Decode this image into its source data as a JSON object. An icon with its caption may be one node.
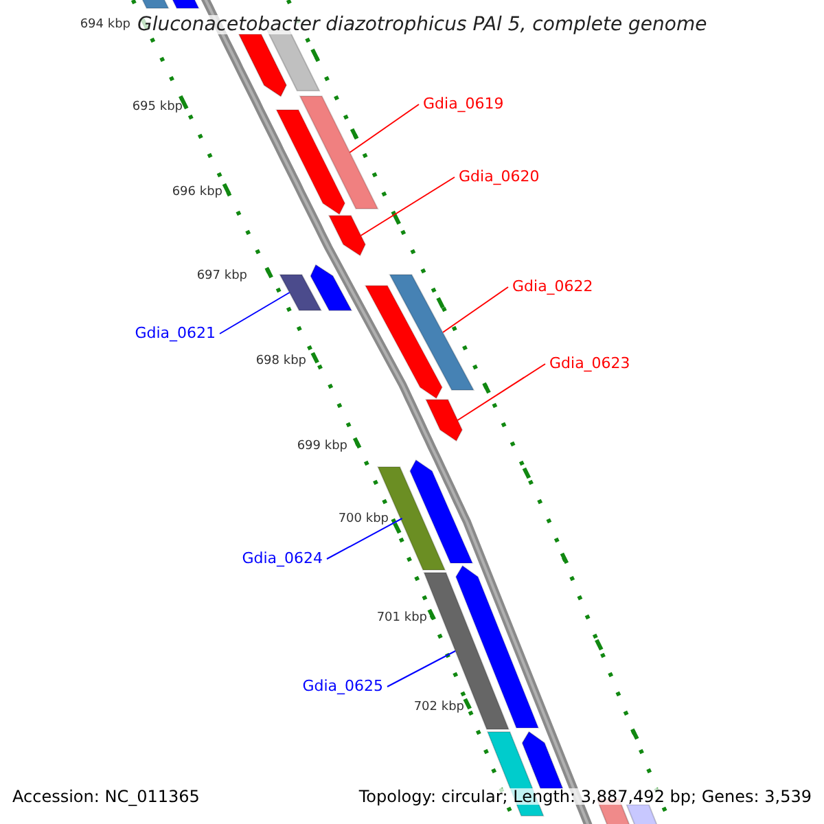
{
  "diagram": {
    "title": "Gluconacetobacter diazotrophicus PAl 5, complete genome",
    "nodes": [
      {
        "text": [
          "Gdia_0619"
        ]
      },
      {
        "text": [],
        "shape": "bar"
      },
      {
        "text": [
          "Gdia_0620"
        ]
      },
      {
        "text": [],
        "shape": "arrow"
      },
      {
        "text": [
          "Gdia_0621"
        ]
      },
      {
        "text": [],
        "shape": "bar"
      },
      {
        "text": [
          "Gdia_0622"
        ]
      },
      {
        "text": [],
        "shape": "bar"
      },
      {
        "text": [
          "Gdia_0623"
        ]
      },
      {
        "text": [],
        "shape": "arrow"
      },
      {
        "text": [
          "Gdia_0624"
        ]
      },
      {
        "text": [],
        "shape": "bar"
      },
      {
        "text": [
          "Gdia_0625"
        ]
      },
      {
        "text": [],
        "shape": "bar"
      }
    ],
    "edges": [
      {
        "from": 0,
        "to": 1,
        "arrow": "none"
      },
      {
        "from": 2,
        "to": 3,
        "arrow": "none"
      },
      {
        "from": 4,
        "to": 5,
        "arrow": "none",
        "color": "#0000ff"
      },
      {
        "from": 6,
        "to": 7,
        "arrow": "none"
      },
      {
        "from": 8,
        "to": 9,
        "arrow": "none"
      },
      {
        "from": 10,
        "to": 11,
        "arrow": "none",
        "color": "#0000ff"
      },
      {
        "from": 12,
        "to": 13,
        "arrow": "none",
        "color": "#0000ff"
      }
    ],
    "labels": [
      "694 kbp",
      "695 kbp",
      "696 kbp",
      "697 kbp",
      "698 kbp",
      "699 kbp",
      "700 kbp",
      "701 kbp",
      "702 kbp",
      "Accession: NC_011365",
      "Topology: circular; Length: 3,887,492 bp; Genes: 3,539"
    ]
  }
}
